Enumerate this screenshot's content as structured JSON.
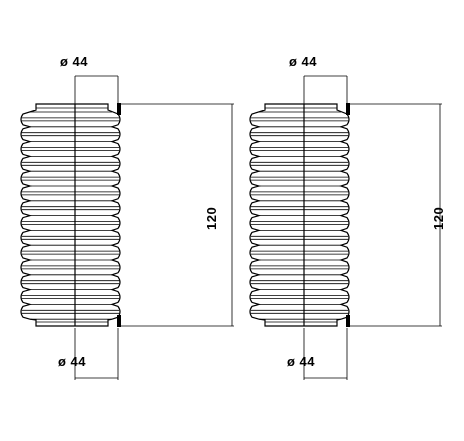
{
  "boots": [
    {
      "top_diameter_label": "ø 44",
      "bottom_diameter_label": "ø 44",
      "length_label": "120"
    },
    {
      "top_diameter_label": "ø 44",
      "bottom_diameter_label": "ø 44",
      "length_label": "120"
    }
  ],
  "colors": {
    "line": "#000000",
    "background": "#ffffff"
  }
}
